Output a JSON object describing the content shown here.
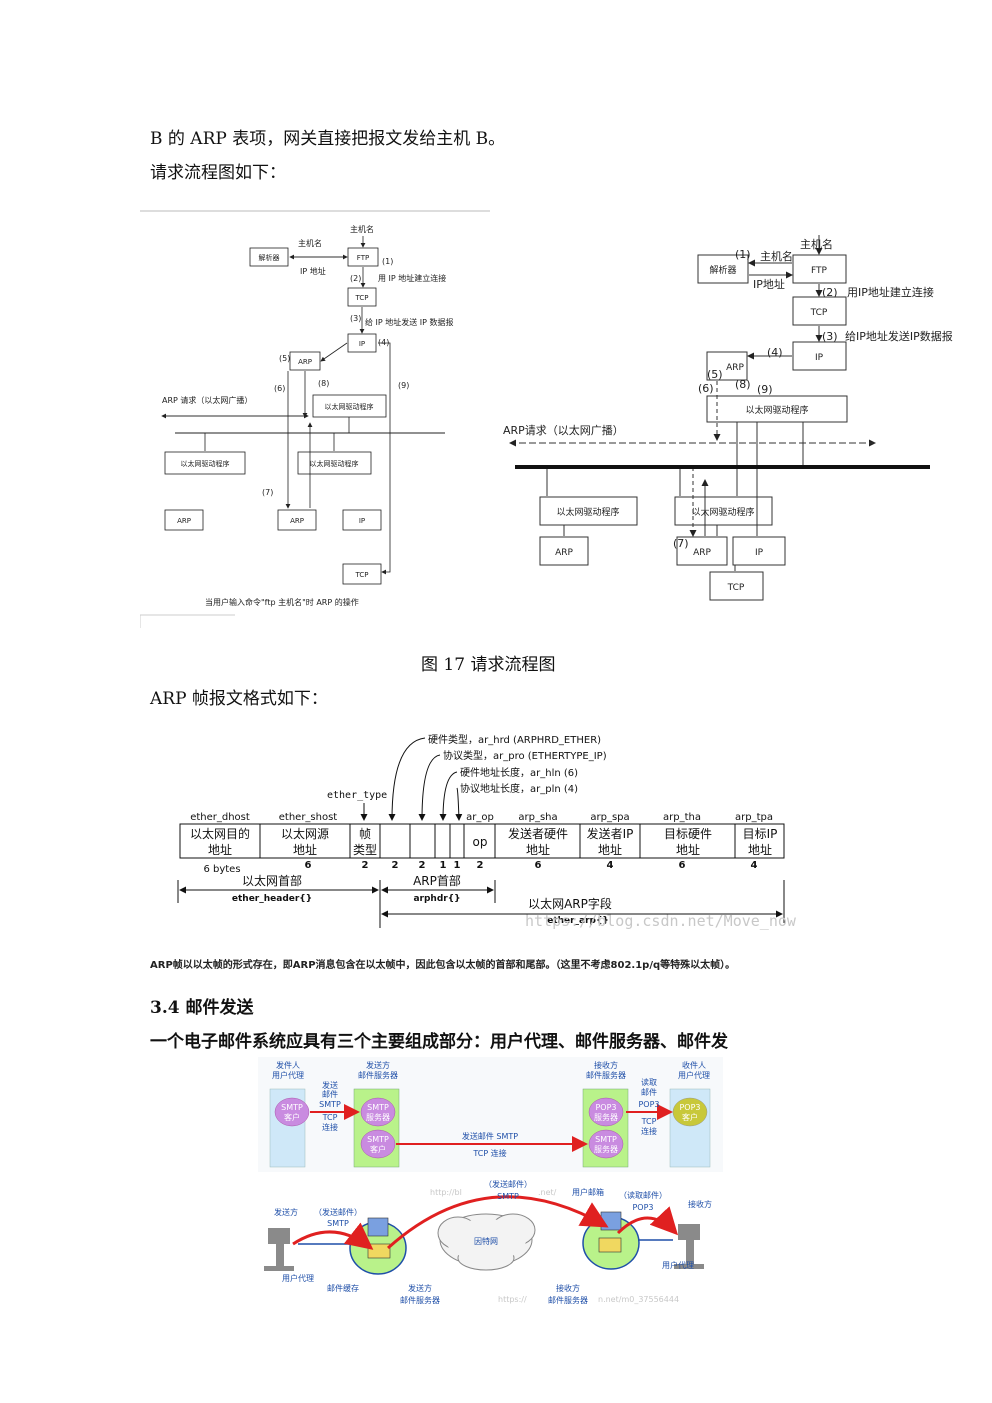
{
  "paragraphs": {
    "line1": "B 的 ARP 表项，网关直接把报文发给主机 B。",
    "line2": "请求流程图如下：",
    "fig17_caption": "图 17  请求流程图",
    "arp_frame_intro": "ARP 帧报文格式如下：",
    "section_heading": "3.4  邮件发送",
    "email_intro": "一个电子邮件系统应具有三个主要组成部分：用户代理、邮件服务器、邮件发"
  },
  "left_flow": {
    "hostname_top": "主机名",
    "hostname_side": "主机名",
    "ip_addr": "IP 地址",
    "resolver": "解析器",
    "ftp": "FTP",
    "tcp": "TCP",
    "ip": "IP",
    "arp": "ARP",
    "step1": "(1)",
    "step2": "(2)",
    "step2_text": "用 IP 地址建立连接",
    "step3": "(3)",
    "step3_text": "给 IP 地址发送 IP 数据报",
    "step4": "(4)",
    "step5": "(5)",
    "step6": "(6)",
    "step7": "(7)",
    "step8": "(8)",
    "step9": "(9)",
    "arp_request": "ARP 请求（以太网广播）",
    "eth_driver": "以太网驱动程序",
    "eth_driver_a": "以太网驱动程序",
    "eth_driver_b": "以太网驱动程序",
    "bottom_arp_a": "ARP",
    "bottom_arp_b": "ARP",
    "bottom_ip": "IP",
    "bottom_tcp": "TCP",
    "caption": "当用户输入命令\"ftp 主机名\"时 ARP 的操作"
  },
  "right_flow": {
    "hostname_top": "主机名",
    "hostname_side": "主机名",
    "ip_addr": "IP地址",
    "resolver": "解析器",
    "ftp": "FTP",
    "tcp": "TCP",
    "ip": "IP",
    "arp": "ARP",
    "step1": "(1)",
    "step2": "(2)",
    "step2_text": "用IP地址建立连接",
    "step3": "(3)",
    "step3_text": "给IP地址发送IP数据报",
    "step4": "(4)",
    "step5": "(5)",
    "step6": "(6)",
    "step7": "(7)",
    "step8": "(8)",
    "step9": "(9)",
    "arp_request": "ARP请求（以太网广播）",
    "eth_driver": "以太网驱动程序",
    "eth_driver_a": "以太网驱动程序",
    "eth_driver_b": "以太网驱动程序",
    "bottom_arp_a": "ARP",
    "bottom_arp_b": "ARP",
    "bottom_ip": "IP",
    "bottom_tcp": "TCP"
  },
  "arp_frame": {
    "ann_hrd": "硬件类型，ar_hrd (ARPHRD_ETHER)",
    "ann_pro": "协议类型，ar_pro (ETHERTYPE_IP)",
    "ann_hln": "硬件地址长度，ar_hln (6)",
    "ann_pln": "协议地址长度，ar_pln (4)",
    "ether_type": "ether_type",
    "h_dhost": "ether_dhost",
    "h_shost": "ether_shost",
    "h_op": "ar_op",
    "h_sha": "arp_sha",
    "h_spa": "arp_spa",
    "h_tha": "arp_tha",
    "h_tpa": "arp_tpa",
    "c_dst_1": "以太网目的",
    "c_dst_2": "地址",
    "c_src_1": "以太网源",
    "c_src_2": "地址",
    "c_type_1": "帧",
    "c_type_2": "类型",
    "c_op": "op",
    "c_sha_1": "发送者硬件",
    "c_sha_2": "地址",
    "c_spa_1": "发送者IP",
    "c_spa_2": "地址",
    "c_tha_1": "目标硬件",
    "c_tha_2": "地址",
    "c_tpa_1": "目标IP",
    "c_tpa_2": "地址",
    "b_dst": "6 bytes",
    "b_src": "6",
    "b_type": "2",
    "b_hrd": "2",
    "b_pro": "2",
    "b_hln": "1",
    "b_pln": "1",
    "b_op": "2",
    "b_sha": "6",
    "b_spa": "4",
    "b_tha": "6",
    "b_tpa": "4",
    "eth_header": "以太网首部",
    "eth_header_code": "ether_header{}",
    "arp_header": "ARP首部",
    "arp_header_code": "arphdr{}",
    "eth_arp": "以太网ARP字段",
    "eth_arp_code": "ether_arp{}",
    "watermark": "https://blog.csdn.net/Move_now",
    "note": "ARP帧以以太帧的形式存在，即ARP消息包含在以太帧中，因此包含以太帧的首部和尾部。（这里不考虑802.1p/q等特殊以太帧）。"
  },
  "mail_top": {
    "sender_label_1": "发件人",
    "sender_label_2": "用户代理",
    "sender_server_1": "发送方",
    "sender_server_2": "邮件服务器",
    "receiver_server_1": "接收方",
    "receiver_server_2": "邮件服务器",
    "receiver_label_1": "收件人",
    "receiver_label_2": "用户代理",
    "smtp_client_1": "SMTP",
    "smtp_client_2": "客户",
    "smtp_server_1": "SMTP",
    "smtp_server_2": "服务器",
    "smtp_client2_1": "SMTP",
    "smtp_client2_2": "客户",
    "pop3_server_1": "POP3",
    "pop3_server_2": "服务器",
    "smtp_server2_1": "SMTP",
    "smtp_server2_2": "服务器",
    "pop3_client_1": "POP3",
    "pop3_client_2": "客户",
    "send_mail_1": "发送",
    "send_mail_2": "邮件",
    "send_mail_3": "SMTP",
    "send_mail_4": "TCP",
    "send_mail_5": "连接",
    "fetch_1": "读取",
    "fetch_2": "邮件",
    "fetch_3": "POP3",
    "fetch_4": "TCP",
    "fetch_5": "连接",
    "middle_1": "发送邮件 SMTP",
    "middle_2": "TCP 连接"
  },
  "mail_bottom": {
    "sender": "发送方",
    "send_mail_paren": "（发送邮件）",
    "smtp_left": "SMTP",
    "send_mail_paren2": "（发送邮件）",
    "smtp_mid": "SMTP",
    "mailbox": "用户邮箱",
    "read_mail_paren": "（读取邮件）",
    "pop3": "POP3",
    "receiver": "接收方",
    "internet": "因特网",
    "user_agent_left": "用户代理",
    "mail_cache": "邮件缓存",
    "sender_server_1": "发送方",
    "sender_server_2": "邮件服务器",
    "receiver_server_1": "接收方",
    "receiver_server_2": "邮件服务器",
    "user_agent_right": "用户代理",
    "wm1": "http://bl",
    "wm2": ".net/",
    "wm3": "https://",
    "wm4": "n.net/m0_37556444"
  },
  "colors": {
    "server_green": "#b9f28a",
    "client_blue": "#cfe8f8",
    "smtp_purple": "#c98be0",
    "pop3_yellow": "#c8c83a",
    "arrow_red": "#e02020",
    "band_blue": "#1f4fa8"
  }
}
